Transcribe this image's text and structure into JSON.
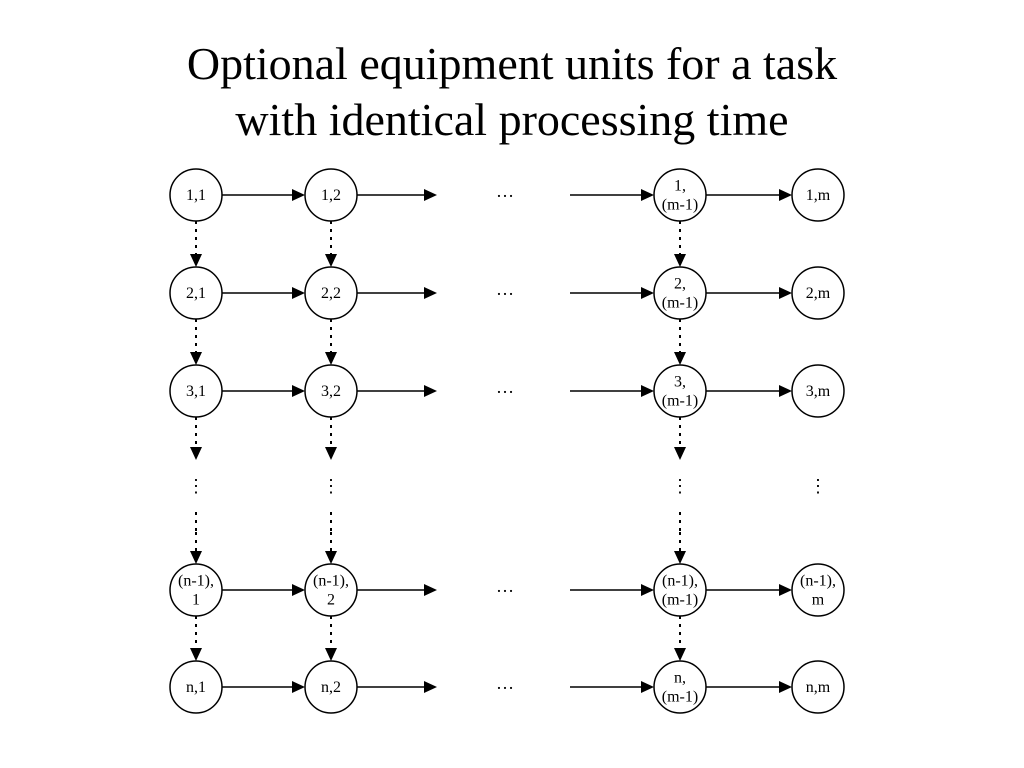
{
  "title": {
    "line1": "Optional equipment units for a task",
    "line2": "with identical processing time"
  },
  "nodes": {
    "r1": [
      "1,1",
      "1,2",
      "1,\n(m-1)",
      "1,m"
    ],
    "r2": [
      "2,1",
      "2,2",
      "2,\n(m-1)",
      "2,m"
    ],
    "r3": [
      "3,1",
      "3,2",
      "3,\n(m-1)",
      "3,m"
    ],
    "r4": [
      "(n-1),\n1",
      "(n-1),\n2",
      "(n-1),\n(m-1)",
      "(n-1),\nm"
    ],
    "r5": [
      "n,1",
      "n,2",
      "n,\n(m-1)",
      "n,m"
    ]
  },
  "row_ellipsis": "…",
  "vertical_ellipsis": "⋮"
}
